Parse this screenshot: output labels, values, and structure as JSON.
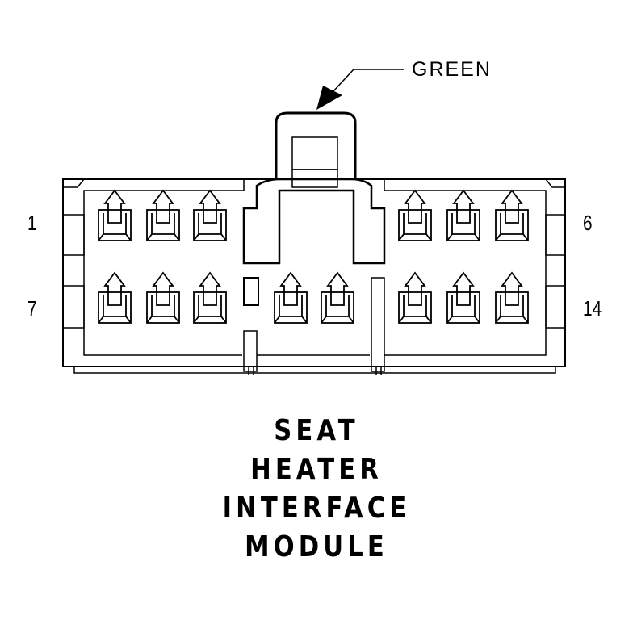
{
  "callout": {
    "label": "GREEN"
  },
  "pins": {
    "top_left": "1",
    "top_right": "6",
    "bottom_left": "7",
    "bottom_right": "14"
  },
  "title_lines": [
    "SEAT",
    "HEATER",
    "INTERFACE",
    "MODULE"
  ],
  "colors": {
    "line": "#000000",
    "background": "#ffffff"
  }
}
